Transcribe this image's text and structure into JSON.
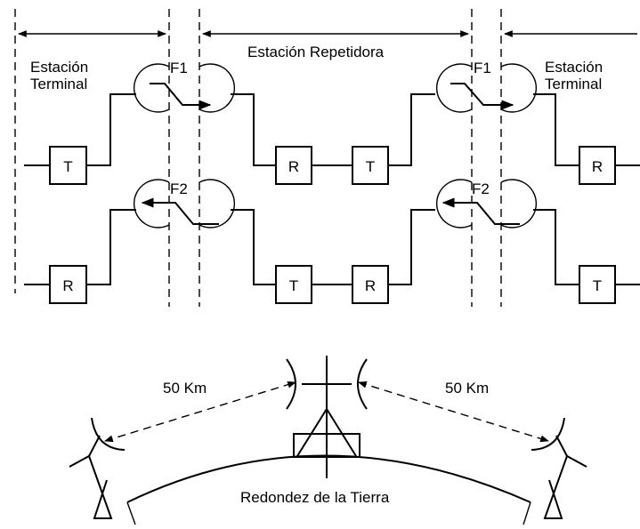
{
  "labels": {
    "terminal_left_1": "Estación",
    "terminal_left_2": "Terminal",
    "repeater": "Estación Repetidora",
    "terminal_right_1": "Estación",
    "terminal_right_2": "Terminal",
    "filter_f1": "F1",
    "filter_f2": "F2",
    "transmitter": "T",
    "receiver": "R",
    "distance_left": "50 Km",
    "distance_right": "50 Km",
    "earth_curvature": "Redondez de la Tierra"
  }
}
